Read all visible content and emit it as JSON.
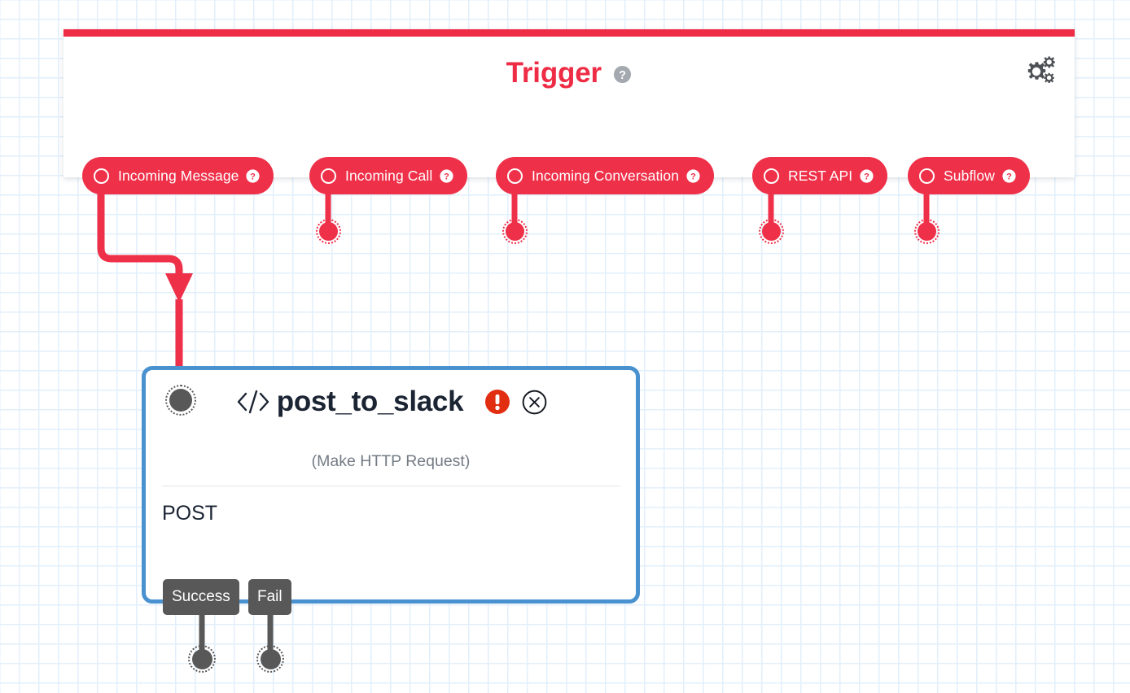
{
  "canvas": {
    "grid_color": "#e2effb",
    "background": "#ffffff"
  },
  "trigger_panel": {
    "title": "Trigger",
    "accent_color": "#ee2c45",
    "help_icon": "help-circle-icon",
    "settings_icon": "gears-icon",
    "pills": [
      {
        "label": "Incoming Message",
        "icon": "circle-outline-icon",
        "help": "help-circle-icon",
        "connected": true
      },
      {
        "label": "Incoming Call",
        "icon": "circle-outline-icon",
        "help": "help-circle-icon",
        "connected": false
      },
      {
        "label": "Incoming Conversation",
        "icon": "circle-outline-icon",
        "help": "help-circle-icon",
        "connected": false
      },
      {
        "label": "REST API",
        "icon": "circle-outline-icon",
        "help": "help-circle-icon",
        "connected": false
      },
      {
        "label": "Subflow",
        "icon": "circle-outline-icon",
        "help": "help-circle-icon",
        "connected": false
      }
    ]
  },
  "node": {
    "title": "post_to_slack",
    "subtitle": "(Make HTTP Request)",
    "body": "POST",
    "type_icon": "code-brackets-icon",
    "error_icon": "error-exclamation-icon",
    "close_icon": "close-circle-icon",
    "border_color": "#4a92cf",
    "outputs": [
      {
        "label": "Success"
      },
      {
        "label": "Fail"
      }
    ]
  }
}
